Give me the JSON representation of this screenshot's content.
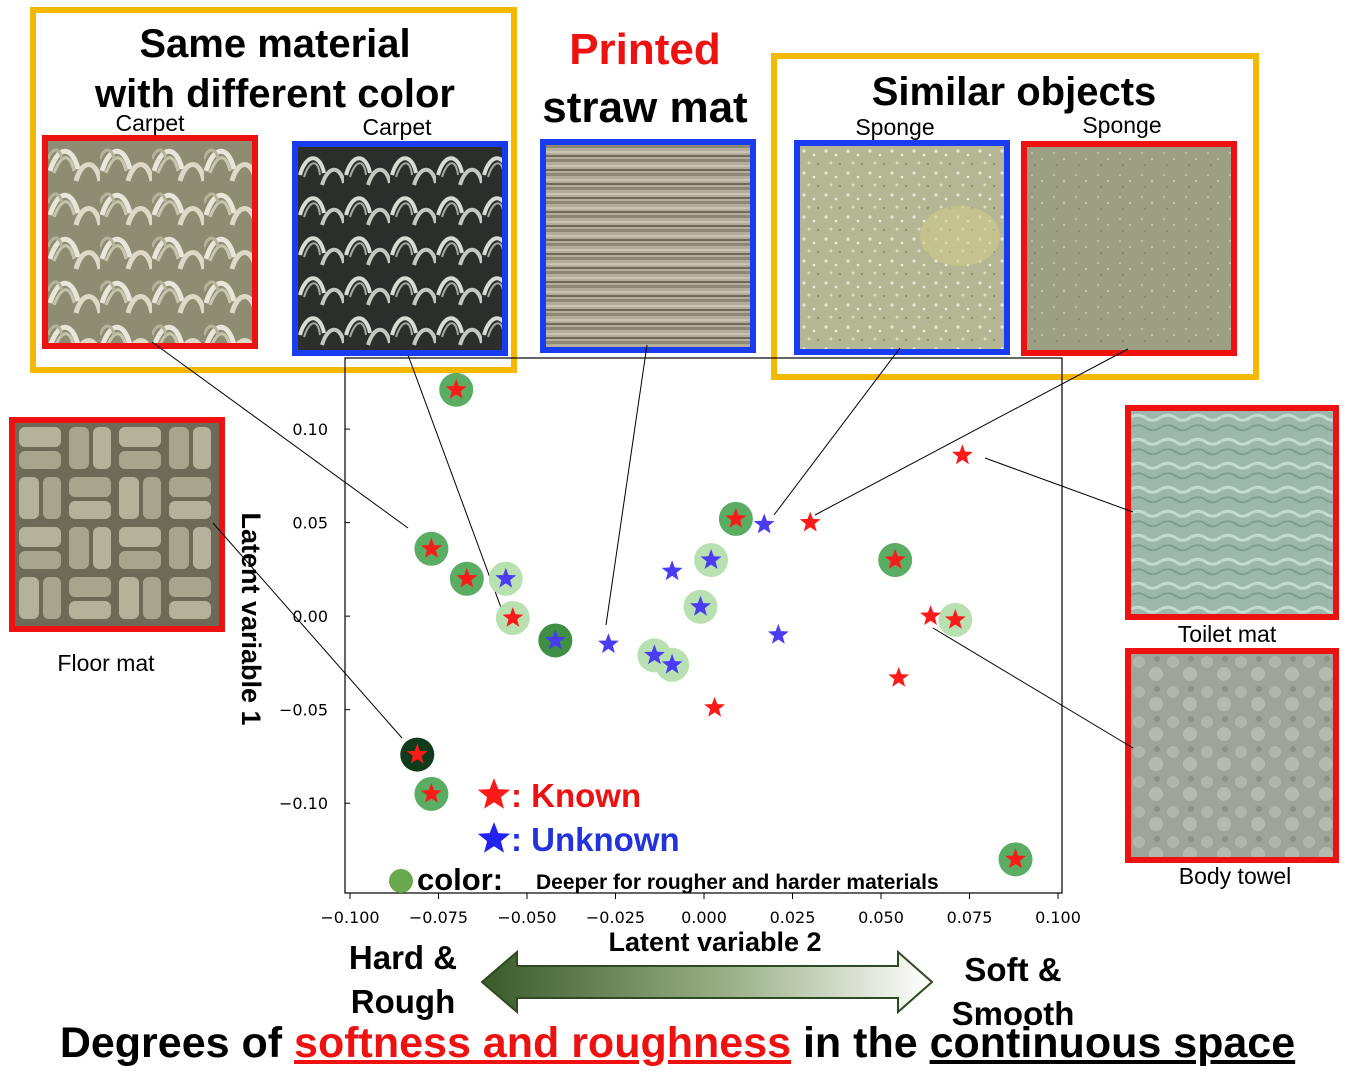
{
  "groups": {
    "same_material": {
      "line1": "Same material",
      "line2": "with different color"
    },
    "printed": {
      "line1": "Printed",
      "line2": "straw mat"
    },
    "similar": {
      "title": "Similar objects"
    }
  },
  "samples": {
    "carpet1": {
      "label": "Carpet",
      "frame_color": "#ee1111"
    },
    "carpet2": {
      "label": "Carpet",
      "frame_color": "#1a3cf0"
    },
    "straw_mat": {
      "label": "",
      "frame_color": "#1a3cf0"
    },
    "sponge1": {
      "label": "Sponge",
      "frame_color": "#1a3cf0"
    },
    "sponge2": {
      "label": "Sponge",
      "frame_color": "#ee1111"
    },
    "floor_mat": {
      "label": "Floor mat",
      "frame_color": "#ee1111"
    },
    "toilet_mat": {
      "label": "Toilet mat",
      "frame_color": "#ee1111"
    },
    "body_towel": {
      "label": "Body towel",
      "frame_color": "#ee1111"
    }
  },
  "colors": {
    "group_frame": "#f5b800",
    "known": "#ff1a1a",
    "unknown": "#4a3cf5",
    "title_red": "#ee1111",
    "arrow_dark": "#3a5a2a"
  },
  "chart_data": {
    "type": "scatter",
    "xlabel": "Latent variable 2",
    "ylabel": "Latent variable 1",
    "xlim": [
      -0.1,
      0.1
    ],
    "ylim": [
      -0.148,
      0.138
    ],
    "xticks": [
      "−0.100",
      "−0.075",
      "−0.050",
      "−0.025",
      "0.000",
      "0.025",
      "0.050",
      "0.075",
      "0.100"
    ],
    "yticks": [
      "0.10",
      "0.05",
      "0.00",
      "−0.05",
      "−0.10"
    ],
    "grid": false,
    "series": [
      {
        "name": "Known",
        "marker": "star",
        "points": [
          {
            "x": -0.07,
            "y": 0.121,
            "level": 0.6
          },
          {
            "x": -0.077,
            "y": 0.036,
            "level": 0.6
          },
          {
            "x": -0.067,
            "y": 0.02,
            "level": 0.65
          },
          {
            "x": -0.054,
            "y": -0.001,
            "level": 0.3
          },
          {
            "x": -0.081,
            "y": -0.074,
            "level": 1.0
          },
          {
            "x": -0.077,
            "y": -0.095,
            "level": 0.6
          },
          {
            "x": 0.009,
            "y": 0.052,
            "level": 0.6
          },
          {
            "x": 0.03,
            "y": 0.05,
            "level": null
          },
          {
            "x": 0.054,
            "y": 0.03,
            "level": 0.6
          },
          {
            "x": 0.073,
            "y": 0.086,
            "level": null
          },
          {
            "x": 0.064,
            "y": 0.0,
            "level": null
          },
          {
            "x": 0.071,
            "y": -0.002,
            "level": 0.3
          },
          {
            "x": 0.055,
            "y": -0.033,
            "level": null
          },
          {
            "x": 0.003,
            "y": -0.049,
            "level": null
          },
          {
            "x": 0.088,
            "y": -0.13,
            "level": 0.6
          }
        ]
      },
      {
        "name": "Unknown",
        "marker": "star",
        "points": [
          {
            "x": -0.056,
            "y": 0.02,
            "level": 0.3
          },
          {
            "x": -0.042,
            "y": -0.013,
            "level": 0.7
          },
          {
            "x": -0.027,
            "y": -0.015,
            "level": null
          },
          {
            "x": -0.014,
            "y": -0.021,
            "level": 0.3
          },
          {
            "x": -0.009,
            "y": -0.026,
            "level": 0.3
          },
          {
            "x": -0.009,
            "y": 0.024,
            "level": null
          },
          {
            "x": -0.001,
            "y": 0.005,
            "level": 0.3
          },
          {
            "x": 0.002,
            "y": 0.03,
            "level": 0.3
          },
          {
            "x": 0.017,
            "y": 0.049,
            "level": null
          },
          {
            "x": 0.021,
            "y": -0.01,
            "level": null
          }
        ]
      }
    ],
    "legend": {
      "known": ": Known",
      "unknown": ": Unknown",
      "color_word": "color:",
      "color_desc": "Deeper for rougher and harder materials"
    }
  },
  "axis_ends": {
    "left_line1": "Hard &",
    "left_line2": "Rough",
    "right_line1": "Soft &",
    "right_line2": "Smooth"
  },
  "bottom": {
    "part1": "Degrees of ",
    "emph1": "softness and roughness",
    "part2": " in the ",
    "emph2": "continuous space"
  }
}
